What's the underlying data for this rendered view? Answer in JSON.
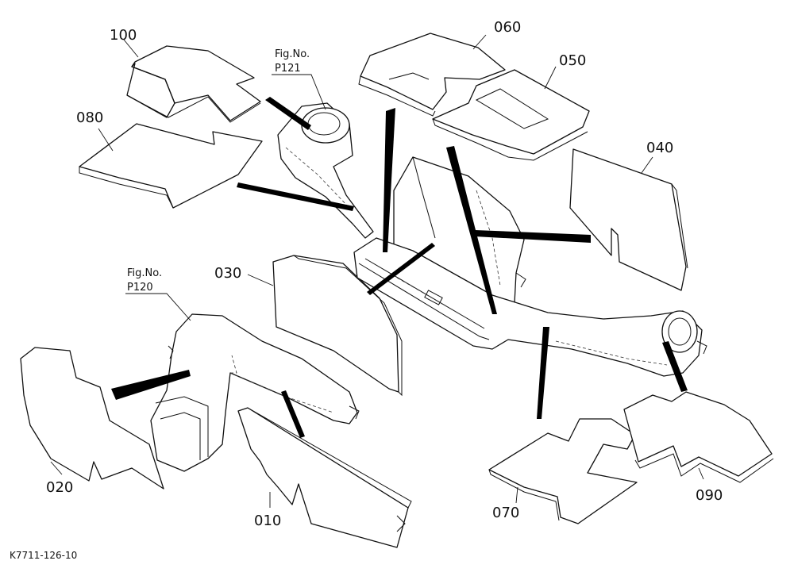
{
  "figure_refs": {
    "top": {
      "line1": "Fig.No.",
      "line2": "P121"
    },
    "left": {
      "line1": "Fig.No.",
      "line2": "P120"
    }
  },
  "callouts": {
    "c010": "010",
    "c020": "020",
    "c030": "030",
    "c040": "040",
    "c050": "050",
    "c060": "060",
    "c070": "070",
    "c080": "080",
    "c090": "090",
    "c100": "100"
  },
  "drawing_code": "K7711-126-10"
}
